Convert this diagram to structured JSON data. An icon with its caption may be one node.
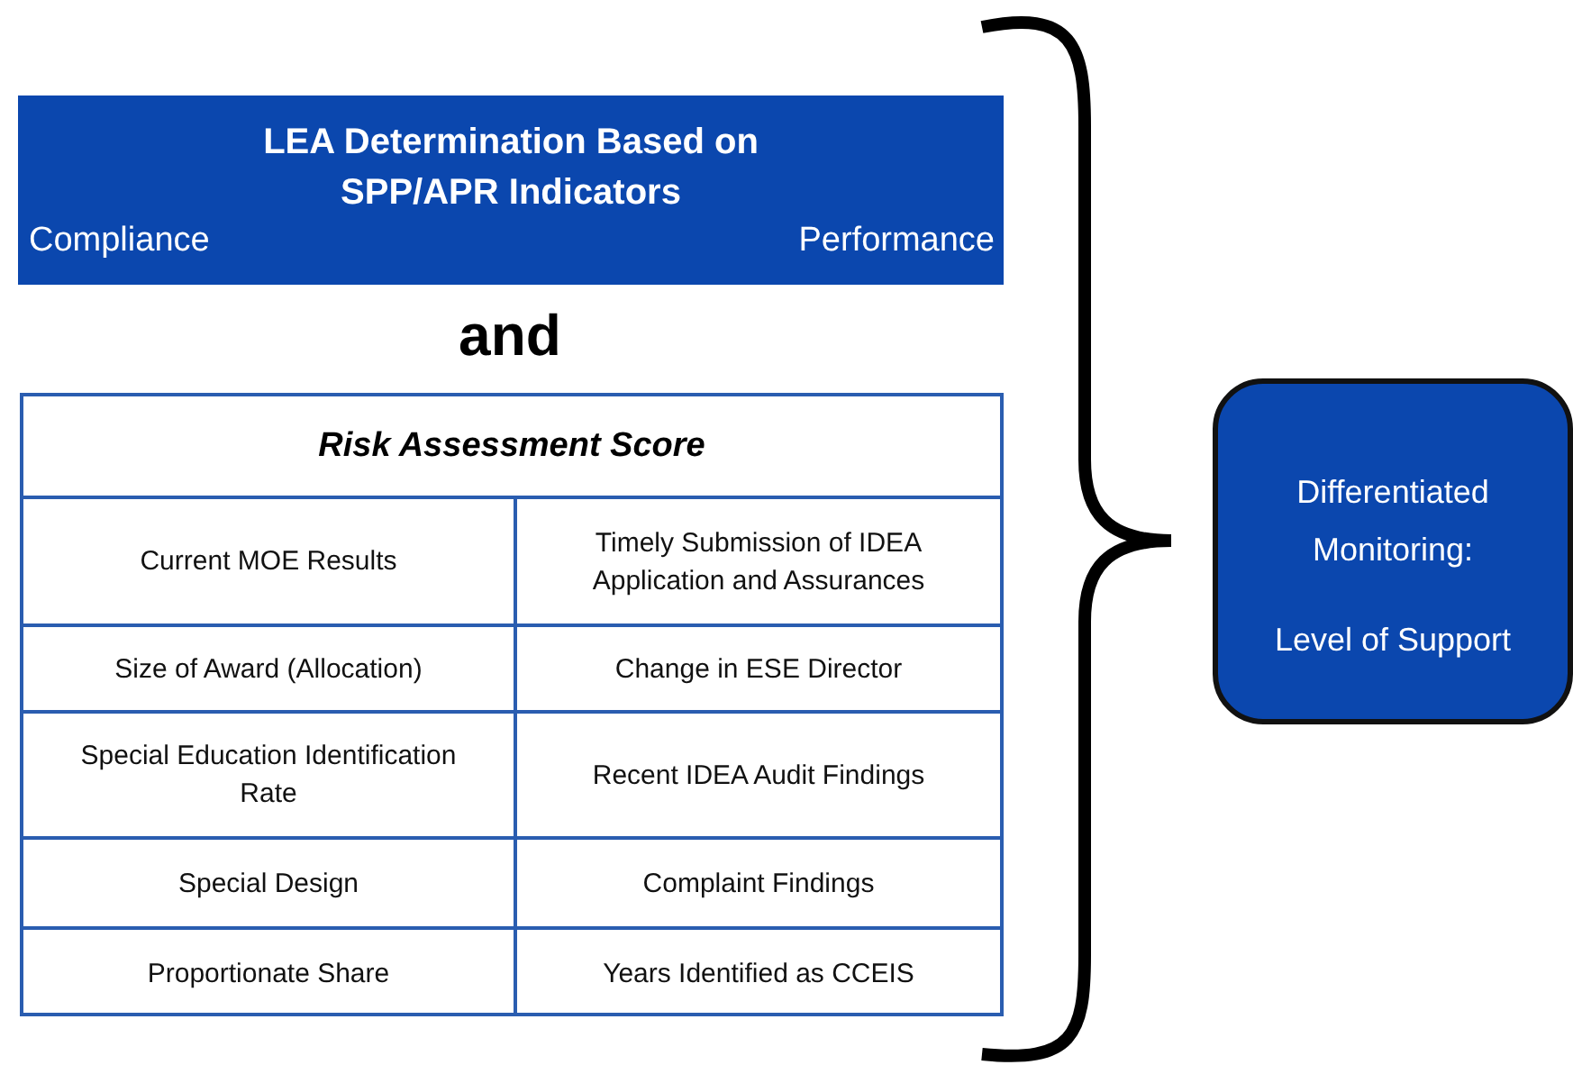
{
  "diagram": {
    "nodes": [
      {
        "text": [
          "LEA Determination Based on SPP/APR Indicators",
          "Compliance",
          "Performance"
        ]
      },
      {
        "text": [
          "Risk Assessment Score"
        ]
      },
      {
        "text": [
          "Differentiated Monitoring:",
          "Level of Support"
        ]
      }
    ],
    "labels": [
      "and",
      "Current MOE Results",
      "Timely Submission of IDEA Application and Assurances",
      "Size of Award (Allocation)",
      "Change in ESE Director",
      "Special Education Identification Rate",
      "Recent IDEA Audit Findings",
      "Special Design",
      "Complaint Findings",
      "Proportionate Share",
      "Years Identified as CCEIS"
    ]
  }
}
